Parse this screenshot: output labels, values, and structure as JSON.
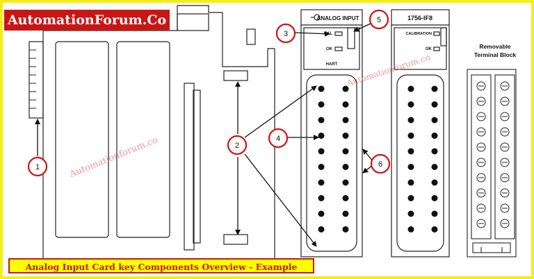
{
  "banner": {
    "text": "AutomationForum.Co",
    "bg_color": "#c81616"
  },
  "caption": {
    "text": "Analog Input Card key Components Overview - Example",
    "bg_color": "#ffff00",
    "text_color": "#c81616"
  },
  "module1": {
    "title": "ANALOG INPUT",
    "cal_label": "CAL",
    "ok_label": "OK",
    "hart_label": "HART"
  },
  "module2": {
    "title": "1756-IF8",
    "cal_label": "CALIBRATION",
    "ok_label": "OK"
  },
  "rtb": {
    "line1": "Removable",
    "line2": "Terminal Block"
  },
  "callouts": [
    "1",
    "2",
    "3",
    "4",
    "5",
    "6"
  ],
  "watermarks": [
    "Automationforum.co",
    "Automationforum.co",
    "Automationforum.co"
  ],
  "frame_color": "#f3ee1a",
  "callout_color": "#d01515"
}
